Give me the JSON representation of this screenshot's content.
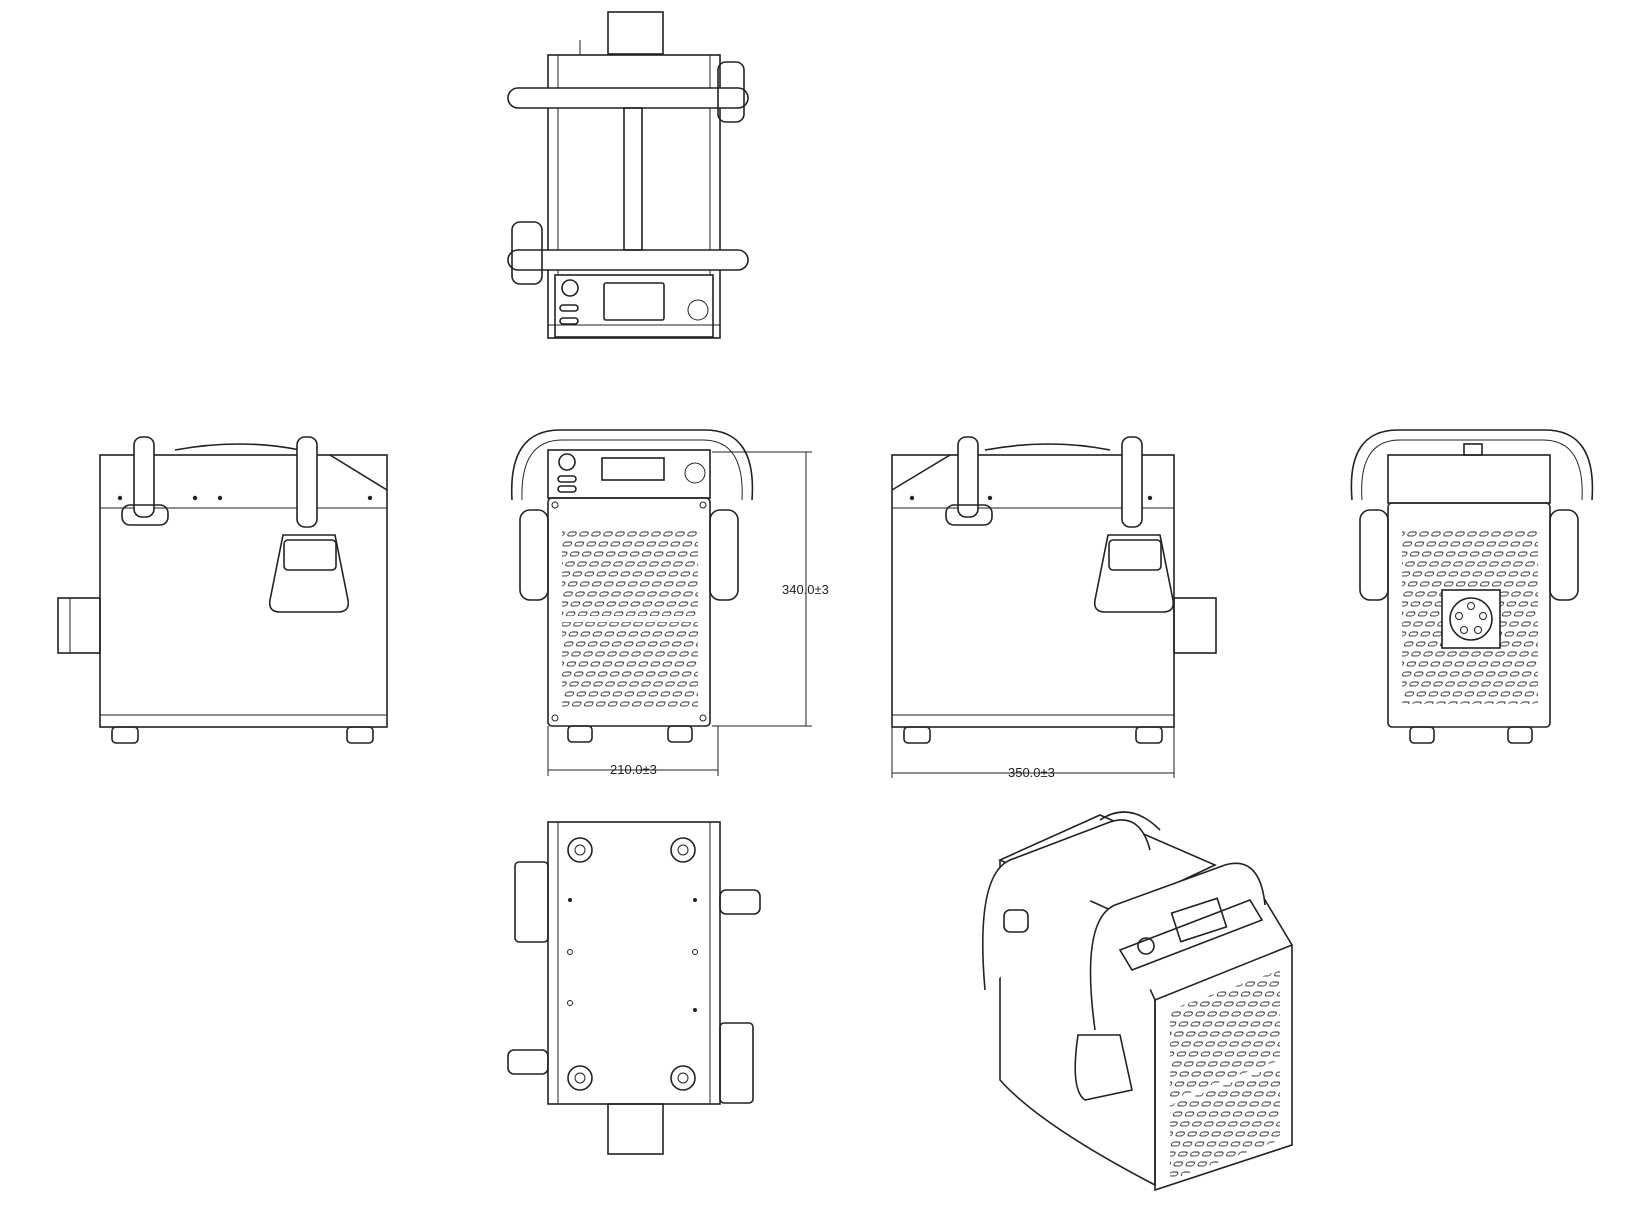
{
  "dimensions": {
    "height_label": "340.0±3",
    "width_label": "210.0±3",
    "depth_label": "350.0±3"
  },
  "views": [
    {
      "name": "top-view"
    },
    {
      "name": "left-side-view"
    },
    {
      "name": "front-view"
    },
    {
      "name": "right-side-view"
    },
    {
      "name": "rear-view"
    },
    {
      "name": "bottom-view"
    },
    {
      "name": "isometric-view"
    }
  ]
}
